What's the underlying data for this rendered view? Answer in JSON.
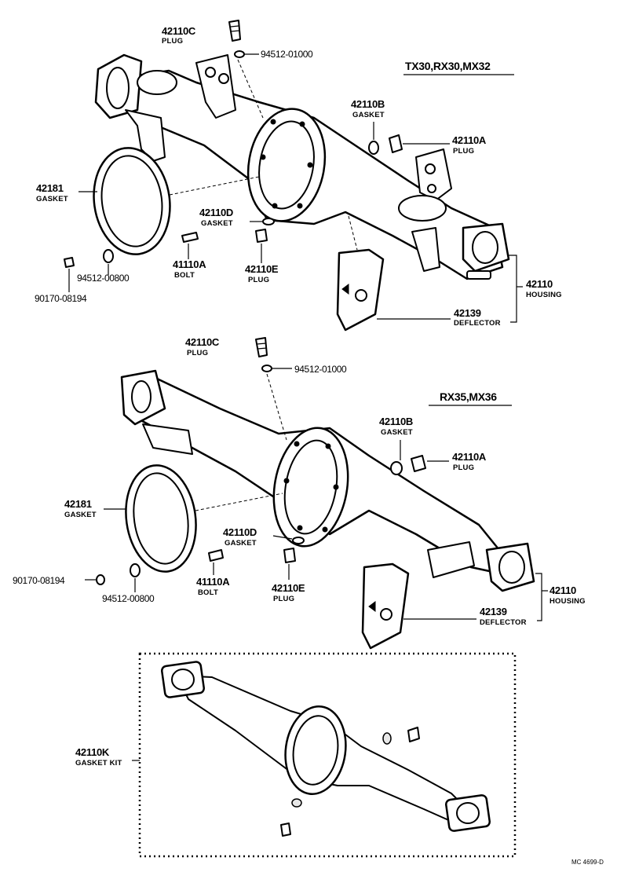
{
  "model_groups": {
    "top": "TX30,RX30,MX32",
    "middle": "RX35,MX36"
  },
  "top_section": {
    "plug_c": {
      "number": "42110C",
      "name": "PLUG"
    },
    "washer_plug_c": {
      "number": "94512-01000"
    },
    "gasket_b": {
      "number": "42110B",
      "name": "GASKET"
    },
    "plug_a": {
      "number": "42110A",
      "name": "PLUG"
    },
    "cover_gasket": {
      "number": "42181",
      "name": "GASKET"
    },
    "gasket_d": {
      "number": "42110D",
      "name": "GASKET"
    },
    "bolt": {
      "number": "41110A",
      "name": "BOLT"
    },
    "plug_e": {
      "number": "42110E",
      "name": "PLUG"
    },
    "washer_bolt": {
      "number": "94512-00800"
    },
    "nut": {
      "number": "90170-08194"
    },
    "housing": {
      "number": "42110",
      "name": "HOUSING"
    },
    "deflector": {
      "number": "42139",
      "name": "DEFLECTOR"
    }
  },
  "middle_section": {
    "plug_c": {
      "number": "42110C",
      "name": "PLUG"
    },
    "washer_plug_c": {
      "number": "94512-01000"
    },
    "gasket_b": {
      "number": "42110B",
      "name": "GASKET"
    },
    "plug_a": {
      "number": "42110A",
      "name": "PLUG"
    },
    "cover_gasket": {
      "number": "42181",
      "name": "GASKET"
    },
    "gasket_d": {
      "number": "42110D",
      "name": "GASKET"
    },
    "nut": {
      "number": "90170-08194"
    },
    "bolt": {
      "number": "41110A",
      "name": "BOLT"
    },
    "plug_e": {
      "number": "42110E",
      "name": "PLUG"
    },
    "washer_bolt": {
      "number": "94512-00800"
    },
    "housing": {
      "number": "42110",
      "name": "HOUSING"
    },
    "deflector": {
      "number": "42139",
      "name": "DEFLECTOR"
    }
  },
  "gasket_kit": {
    "number": "42110K",
    "name": "GASKET KIT"
  },
  "figure_ref": "MC 4699-D"
}
